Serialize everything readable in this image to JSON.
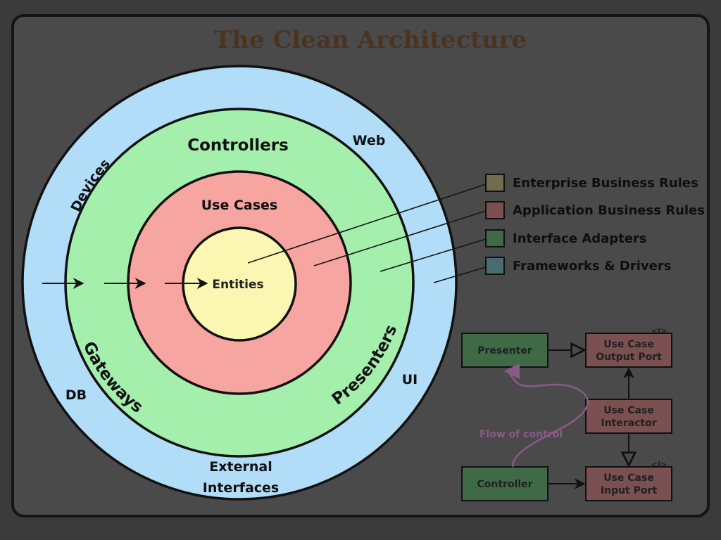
{
  "title": "The Clean Architecture",
  "rings": {
    "outer": {
      "labels": {
        "devices": "Devices",
        "web": "Web",
        "db": "DB",
        "ui": "UI",
        "external_line1": "External",
        "external_line2": "Interfaces"
      }
    },
    "adapters": {
      "labels": {
        "controllers": "Controllers",
        "gateways": "Gateways",
        "presenters": "Presenters"
      }
    },
    "use_cases": {
      "label": "Use Cases"
    },
    "entities": {
      "label": "Entities"
    }
  },
  "legend": [
    {
      "label": "Enterprise Business Rules",
      "color": "#6e6e4c"
    },
    {
      "label": "Application Business Rules",
      "color": "#7a5050"
    },
    {
      "label": "Interface Adapters",
      "color": "#3f6a45"
    },
    {
      "label": "Frameworks & Drivers",
      "color": "#4a6a74"
    }
  ],
  "flow": {
    "presenter": "Presenter",
    "controller": "Controller",
    "output_port_line1": "Use Case",
    "output_port_line2": "Output Port",
    "interactor_line1": "Use Case",
    "interactor_line2": "Interactor",
    "input_port_line1": "Use Case",
    "input_port_line2": "Input Port",
    "interface_marker": "<I>",
    "flow_of_control": "Flow of control"
  },
  "colors": {
    "background": "#3b3b3b",
    "panel": "#4a4a4a",
    "title": "#4a3420",
    "outer_ring": "#b2ddf8",
    "adapters_ring": "#a5efad",
    "use_cases_ring": "#f7a5a1",
    "entities_core": "#fbf6b2",
    "green_box": "#3f6a45",
    "red_box": "#7a5050",
    "flow_purple": "#8a5a88"
  }
}
